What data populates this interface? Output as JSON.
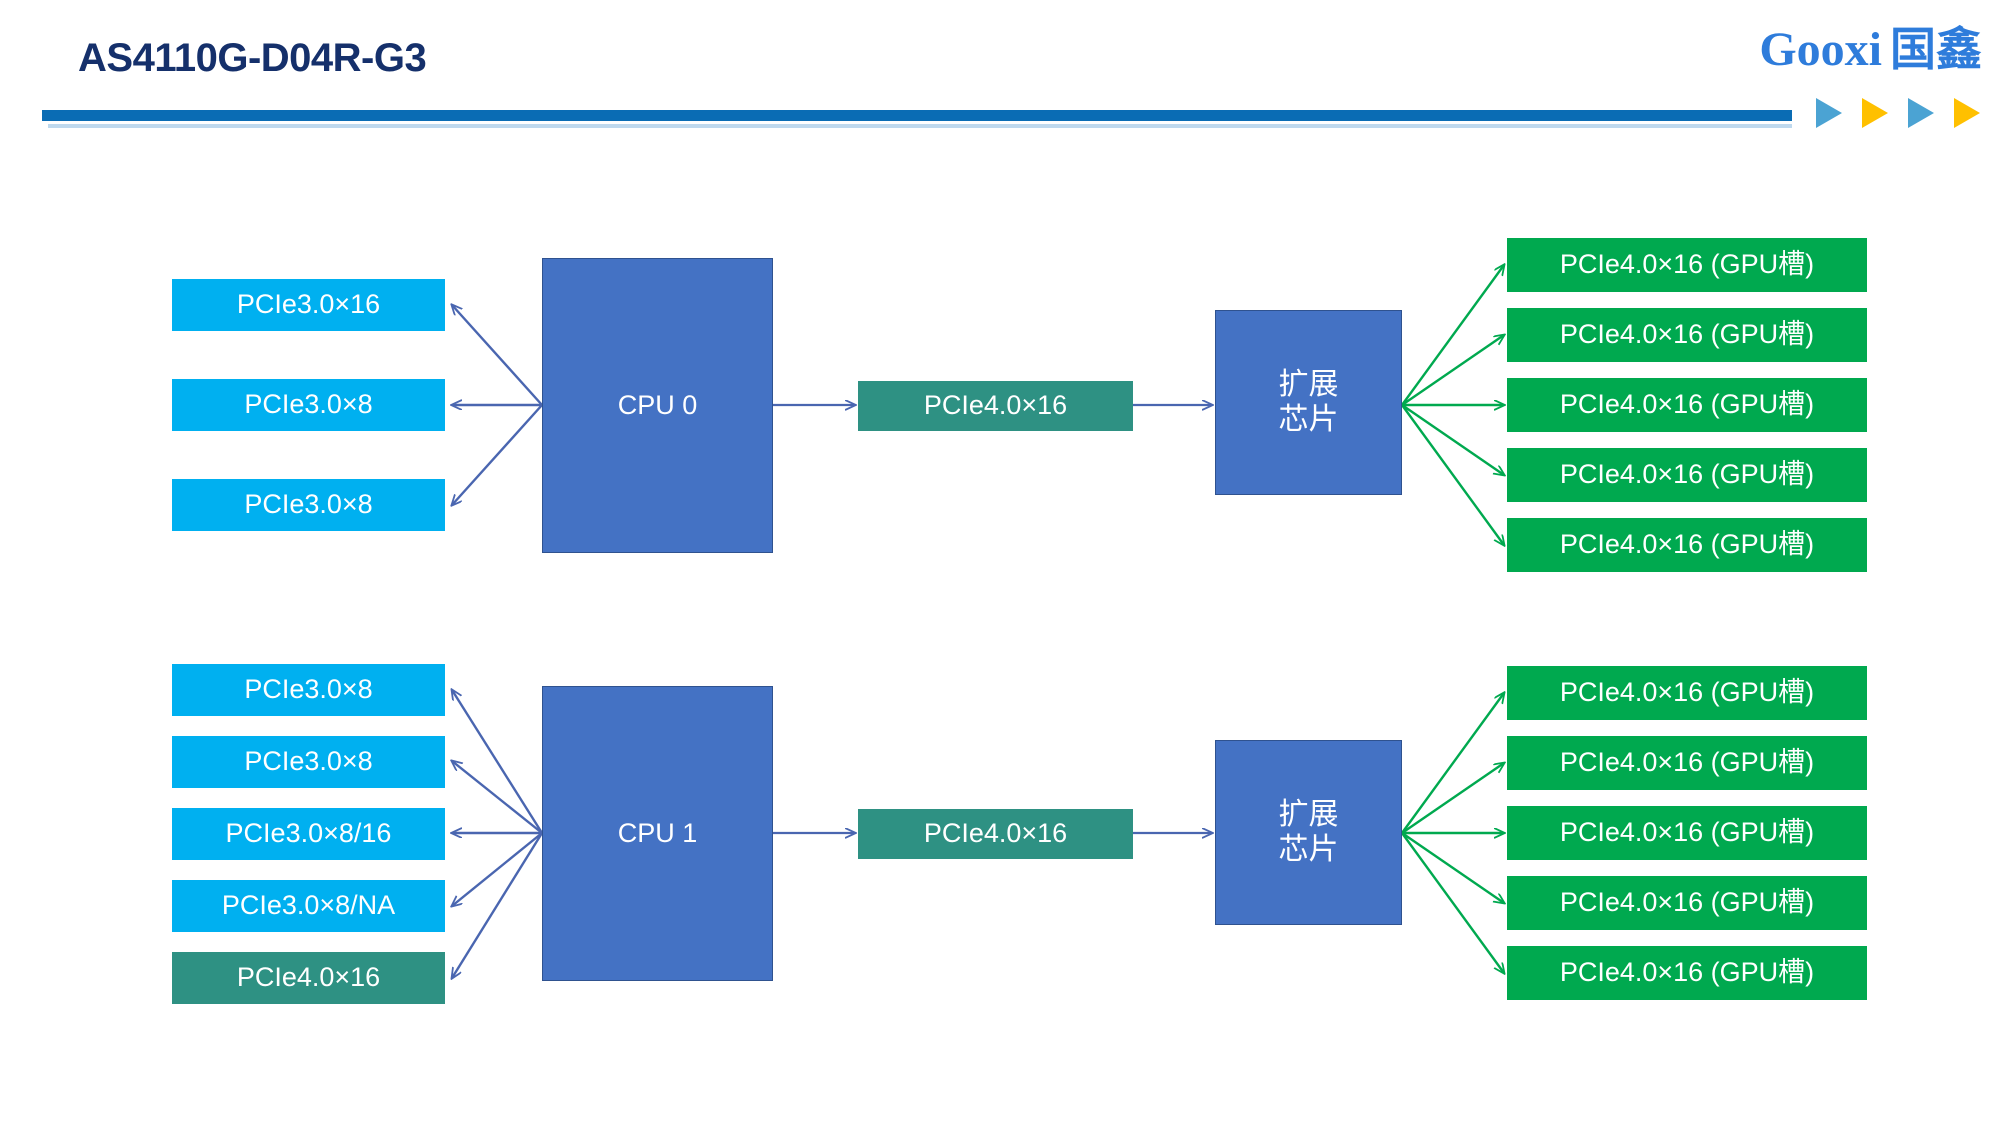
{
  "header": {
    "title": "AS4110G-D04R-G3",
    "brand_latin": "Gooxi",
    "brand_cn": "国鑫",
    "accent_rule_color": "#0A6CB4",
    "accent_rule_sub_color": "#BFD9EE",
    "title_color": "#15306B",
    "brand_color": "#2E7CDB",
    "triangles": [
      {
        "name": "triangle-1",
        "color": "#4BA3D3"
      },
      {
        "name": "triangle-2",
        "color": "#FFC000"
      },
      {
        "name": "triangle-3",
        "color": "#4BA3D3"
      },
      {
        "name": "triangle-4",
        "color": "#FFC000"
      }
    ]
  },
  "colors": {
    "cyan_slot": "#00B0F0",
    "teal_link": "#2E9183",
    "green_gpu": "#00A94F",
    "cpu_blue": "#4472C4",
    "cpu_border": "#2F528F",
    "blue_arrow": "#4A66B0",
    "green_arrow": "#00A94F"
  },
  "diagram": {
    "type": "block-diagram",
    "group_cpu0": {
      "cpu": {
        "label": "CPU 0"
      },
      "left_slots": [
        {
          "label": "PCIe3.0×16",
          "color": "cyan"
        },
        {
          "label": "PCIe3.0×8",
          "color": "cyan"
        },
        {
          "label": "PCIe3.0×8",
          "color": "cyan"
        }
      ],
      "uplink": {
        "label": "PCIe4.0×16",
        "color": "teal"
      },
      "switch": {
        "line1": "扩展",
        "line2": "芯片"
      },
      "gpu_slots": [
        {
          "label": "PCIe4.0×16 (GPU槽)",
          "color": "green"
        },
        {
          "label": "PCIe4.0×16 (GPU槽)",
          "color": "green"
        },
        {
          "label": "PCIe4.0×16 (GPU槽)",
          "color": "green"
        },
        {
          "label": "PCIe4.0×16 (GPU槽)",
          "color": "green"
        },
        {
          "label": "PCIe4.0×16 (GPU槽)",
          "color": "green"
        }
      ]
    },
    "group_cpu1": {
      "cpu": {
        "label": "CPU 1"
      },
      "left_slots": [
        {
          "label": "PCIe3.0×8",
          "color": "cyan"
        },
        {
          "label": "PCIe3.0×8",
          "color": "cyan"
        },
        {
          "label": "PCIe3.0×8/16",
          "color": "cyan"
        },
        {
          "label": "PCIe3.0×8/NA",
          "color": "cyan"
        },
        {
          "label": "PCIe4.0×16",
          "color": "teal"
        }
      ],
      "uplink": {
        "label": "PCIe4.0×16",
        "color": "teal"
      },
      "switch": {
        "line1": "扩展",
        "line2": "芯片"
      },
      "gpu_slots": [
        {
          "label": "PCIe4.0×16 (GPU槽)",
          "color": "green"
        },
        {
          "label": "PCIe4.0×16 (GPU槽)",
          "color": "green"
        },
        {
          "label": "PCIe4.0×16 (GPU槽)",
          "color": "green"
        },
        {
          "label": "PCIe4.0×16 (GPU槽)",
          "color": "green"
        },
        {
          "label": "PCIe4.0×16 (GPU槽)",
          "color": "green"
        }
      ]
    }
  }
}
